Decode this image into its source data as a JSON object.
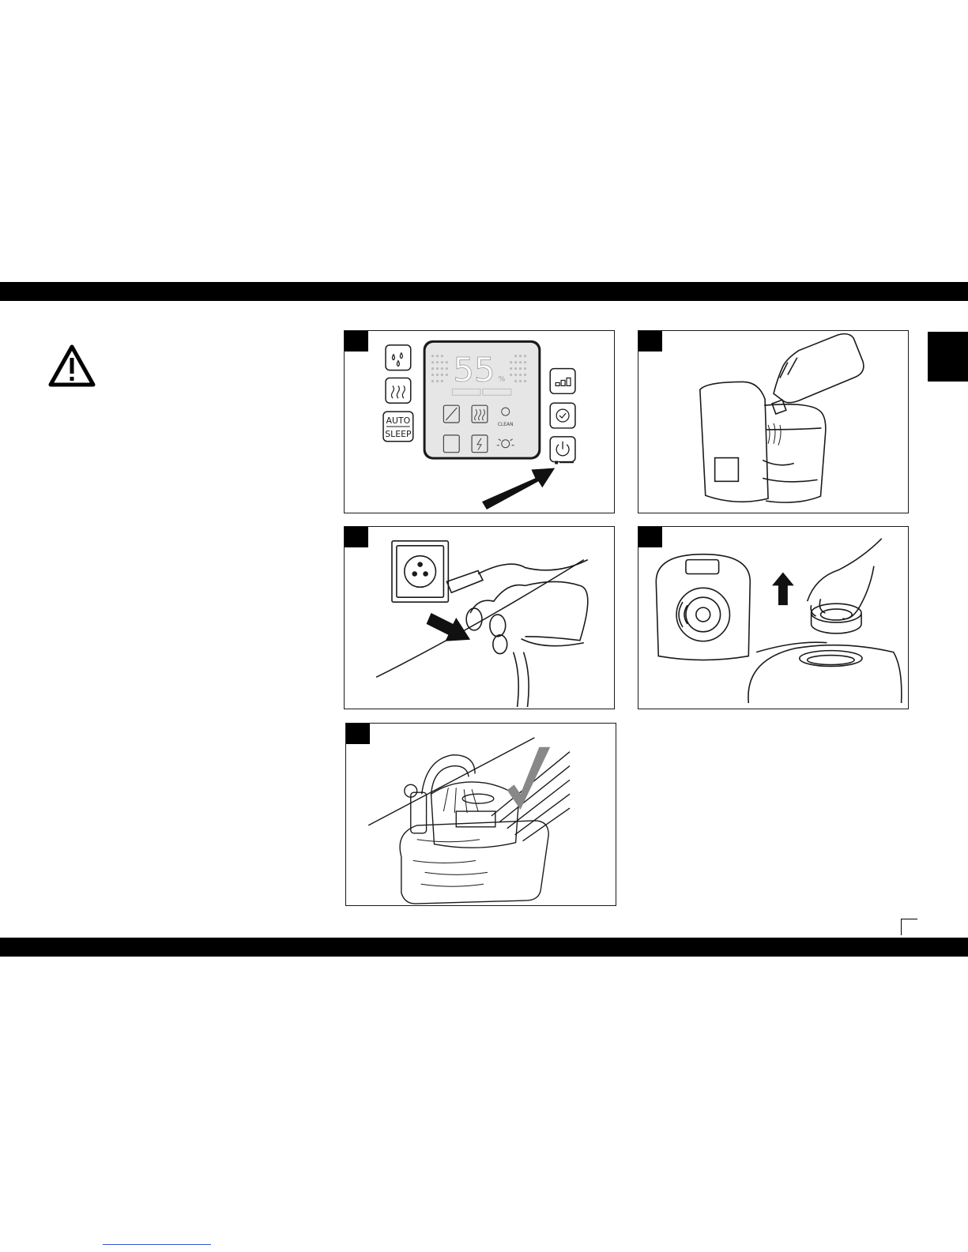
{
  "figures": {
    "panel1": {
      "humidity_value": "55",
      "humidity_unit": "%",
      "clean_label": "CLEAN",
      "auto_label": "AUTO",
      "sleep_label": "SLEEP"
    }
  },
  "colors": {
    "bar": "#000000",
    "line": "#1a1a1a",
    "lcd": "#e6e6e6",
    "lcd_dots": "#bbbbbb"
  },
  "icons": [
    "warning-icon",
    "water-drops-icon",
    "steam-icon",
    "fan-speed-icon",
    "timer-icon",
    "power-icon",
    "checkmark-icon",
    "arrow-icon"
  ]
}
